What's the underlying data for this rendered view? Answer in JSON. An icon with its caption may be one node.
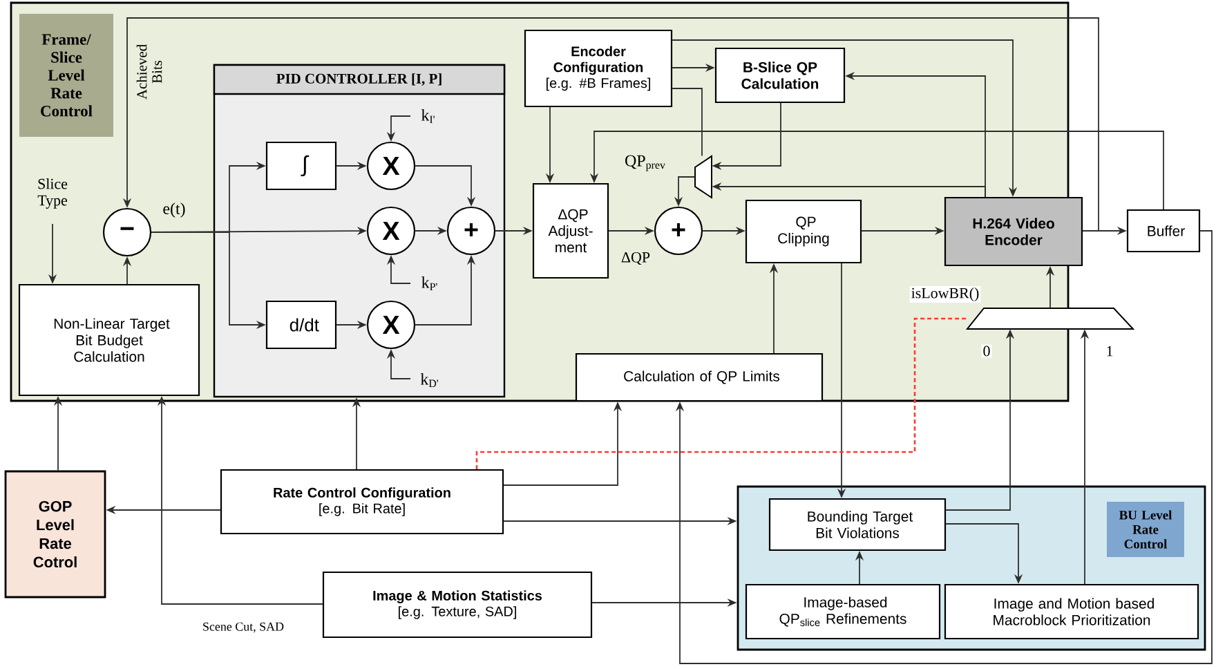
{
  "diagram": {
    "nodes": [
      {
        "text": [
          "Frame/ Slice Level Rate Control"
        ]
      },
      {
        "text": [
          "PID CONTROLLER [I, P]"
        ],
        "in": 0
      },
      {
        "text": [
          "Non-Linear Target Bit Budget Calculation"
        ],
        "in": 0
      },
      {
        "text": [
          "−"
        ],
        "in": 0
      },
      {
        "text": [
          "∫"
        ],
        "in": 1
      },
      {
        "text": [
          "d/dt"
        ],
        "in": 1
      },
      {
        "text": [
          "X"
        ],
        "in": 1
      },
      {
        "text": [
          "X"
        ],
        "in": 1
      },
      {
        "text": [
          "X"
        ],
        "in": 1
      },
      {
        "text": [
          "+"
        ],
        "in": 1
      },
      {
        "text": [
          "Encoder Configuration",
          "[e.g. #B Frames]"
        ],
        "in": 0
      },
      {
        "text": [
          "B-Slice QP Calculation"
        ],
        "in": 0
      },
      {
        "text": [
          "ΔQP Adjust- ment"
        ],
        "in": 0
      },
      {
        "text": [
          "+"
        ],
        "in": 0
      },
      {
        "text": [],
        "shape": "trapezoid",
        "beside": [
          "QP$_{prev}$"
        ],
        "in": 0
      },
      {
        "text": [
          "QP Clipping"
        ],
        "in": 0
      },
      {
        "text": [
          "Calculation of QP Limits"
        ],
        "in": 0
      },
      {
        "text": [
          "H.264 Video Encoder"
        ]
      },
      {
        "text": [
          "Buffer"
        ]
      },
      {
        "text": [],
        "shape": "trapezoid"
      },
      {
        "text": [
          "GOP Level Rate Cotrol"
        ]
      },
      {
        "text": [
          "Rate Control Configuration",
          "[e.g. Bit Rate]"
        ]
      },
      {
        "text": [
          "Image & Motion Statistics",
          "[e.g. Texture, SAD]"
        ]
      },
      {
        "text": [
          "BU Level Rate Control"
        ]
      },
      {
        "text": [
          "Bounding Target Bit Violations"
        ],
        "in": 23
      },
      {
        "text": [
          "Image-based QP$_{slice}$ Refinements"
        ],
        "in": 23
      },
      {
        "text": [
          "Image and Motion based Macroblock Prioritization"
        ],
        "in": 23
      }
    ],
    "edges": [
      {
        "from": 17,
        "to": 3,
        "arrow": "to",
        "label": "Achieved Bits"
      },
      {
        "from": null,
        "to": 2,
        "arrow": "to",
        "label": "Slice Type"
      },
      {
        "from": 2,
        "to": 3,
        "arrow": "to"
      },
      {
        "from": 3,
        "to": 7,
        "arrow": "to",
        "label": "e(t)"
      },
      {
        "from": 3,
        "to": 4,
        "arrow": "to"
      },
      {
        "from": 3,
        "to": 5,
        "arrow": "to"
      },
      {
        "from": 4,
        "to": 6,
        "arrow": "to"
      },
      {
        "from": 5,
        "to": 8,
        "arrow": "to"
      },
      {
        "from": 6,
        "to": 9,
        "arrow": "to"
      },
      {
        "from": 7,
        "to": 9,
        "arrow": "to"
      },
      {
        "from": 8,
        "to": 9,
        "arrow": "to"
      },
      {
        "from": null,
        "to": 6,
        "arrow": "to",
        "label": "k$_{I'}$"
      },
      {
        "from": null,
        "to": 7,
        "arrow": "to",
        "label": "k$_{P'}$"
      },
      {
        "from": null,
        "to": 8,
        "arrow": "to",
        "label": "k$_{D'}$"
      },
      {
        "from": 9,
        "to": 12,
        "arrow": "to"
      },
      {
        "from": 10,
        "to": 12,
        "arrow": "to"
      },
      {
        "from": 10,
        "to": 11,
        "arrow": "to"
      },
      {
        "from": 12,
        "to": 13,
        "arrow": "to",
        "label": "ΔQP"
      },
      {
        "from": 14,
        "to": 13,
        "arrow": "to"
      },
      {
        "from": 13,
        "to": 15,
        "arrow": "to"
      },
      {
        "from": 11,
        "to": 14,
        "arrow": "to"
      },
      {
        "from": 10,
        "to": 14,
        "arrow": "none"
      },
      {
        "from": 18,
        "to": 12,
        "arrow": "to"
      },
      {
        "from": 10,
        "to": 17,
        "arrow": "to"
      },
      {
        "from": 17,
        "to": 11,
        "arrow": "to"
      },
      {
        "from": 17,
        "to": 14,
        "arrow": "to"
      },
      {
        "from": 15,
        "to": 17,
        "arrow": "to"
      },
      {
        "from": 17,
        "to": 18,
        "arrow": "to"
      },
      {
        "from": 18,
        "to": 16,
        "arrow": "to"
      },
      {
        "from": 16,
        "to": 15,
        "arrow": "to"
      },
      {
        "from": 15,
        "to": 24,
        "arrow": "to"
      },
      {
        "from": 21,
        "to": 1,
        "arrow": "to"
      },
      {
        "from": 21,
        "to": 20,
        "arrow": "to"
      },
      {
        "from": 21,
        "to": 16,
        "arrow": "to"
      },
      {
        "from": 21,
        "to": 23,
        "arrow": "to"
      },
      {
        "from": 21,
        "to": 19,
        "arrow": "none",
        "style": "dashed",
        "color": "#ff3b2f",
        "label": "isLowBR()"
      },
      {
        "from": 20,
        "to": 2,
        "arrow": "to"
      },
      {
        "from": 22,
        "to": 2,
        "arrow": "to",
        "label": "Scene Cut, SAD"
      },
      {
        "from": 22,
        "to": 23,
        "arrow": "to"
      },
      {
        "from": 24,
        "to": 19,
        "arrow": "to",
        "label": "0"
      },
      {
        "from": 24,
        "to": 26,
        "arrow": "to"
      },
      {
        "from": 25,
        "to": 24,
        "arrow": "to"
      },
      {
        "from": 26,
        "to": 19,
        "arrow": "to",
        "label": "1"
      },
      {
        "from": 19,
        "to": 17,
        "arrow": "to"
      }
    ]
  }
}
